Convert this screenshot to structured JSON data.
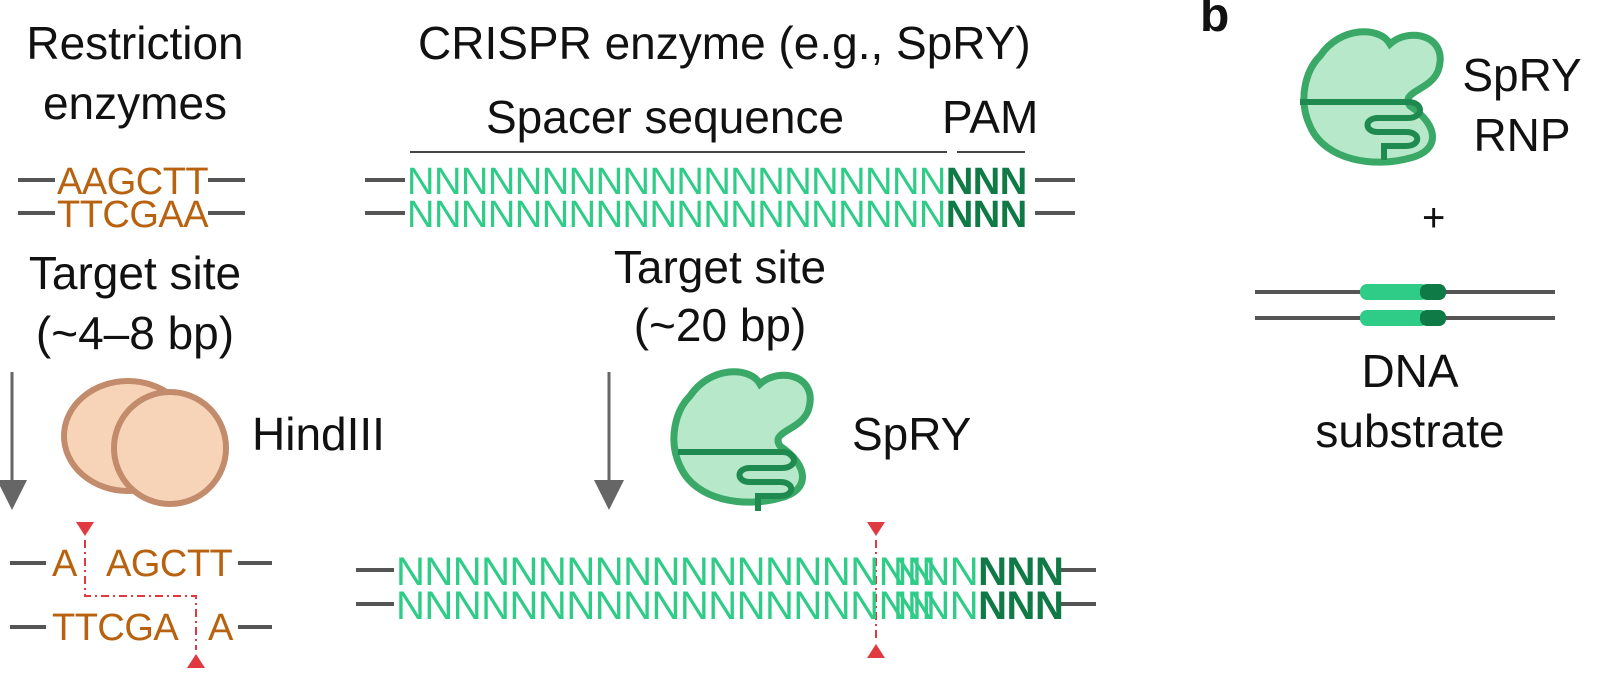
{
  "panel_b": {
    "letter": "b"
  },
  "restriction": {
    "title_line1": "Restriction",
    "title_line2": "enzymes",
    "top_strand": "AAGCTT",
    "bottom_strand": "TTCGAA",
    "target_line1": "Target site",
    "target_line2": "(~4–8 bp)",
    "enzyme_name": "HindIII",
    "cut_top_left": "A",
    "cut_top_right": "AGCTT",
    "cut_bottom_left": "TTCGA",
    "cut_bottom_right": "A"
  },
  "crispr": {
    "title": "CRISPR enzyme (e.g., SpRY)",
    "spacer_label": "Spacer sequence",
    "pam_label": "PAM",
    "spacer_top": "NNNNNNNNNNNNNNNNNNNN",
    "pam_top": "NNN",
    "spacer_bottom": "NNNNNNNNNNNNNNNNNNNN",
    "pam_bottom": "NNN",
    "target_line1": "Target site",
    "target_line2": "(~20 bp)",
    "enzyme_name": "SpRY",
    "cut_left_top": "NNNNNNNNNNNNNNNNNNN",
    "cut_right_top_n": "NNN",
    "cut_right_top_pam": "NNN",
    "cut_left_bottom": "NNNNNNNNNNNNNNNNNNN",
    "cut_right_bottom_n": "NNN",
    "cut_right_bottom_pam": "NNN"
  },
  "assay": {
    "rnp_line1": "SpRY",
    "rnp_line2": "RNP",
    "plus": "+",
    "substrate_line1": "DNA",
    "substrate_line2": "substrate"
  },
  "colors": {
    "restriction_seq": "#b8620f",
    "spacer": "#2ecc87",
    "pam": "#0f7a45",
    "cut_marker": "#e0393f",
    "enzyme_fill": "#f7d4b8",
    "enzyme_stroke": "#c28b6b",
    "cas_fill": "#b6e8c9",
    "cas_stroke": "#3aa866"
  }
}
